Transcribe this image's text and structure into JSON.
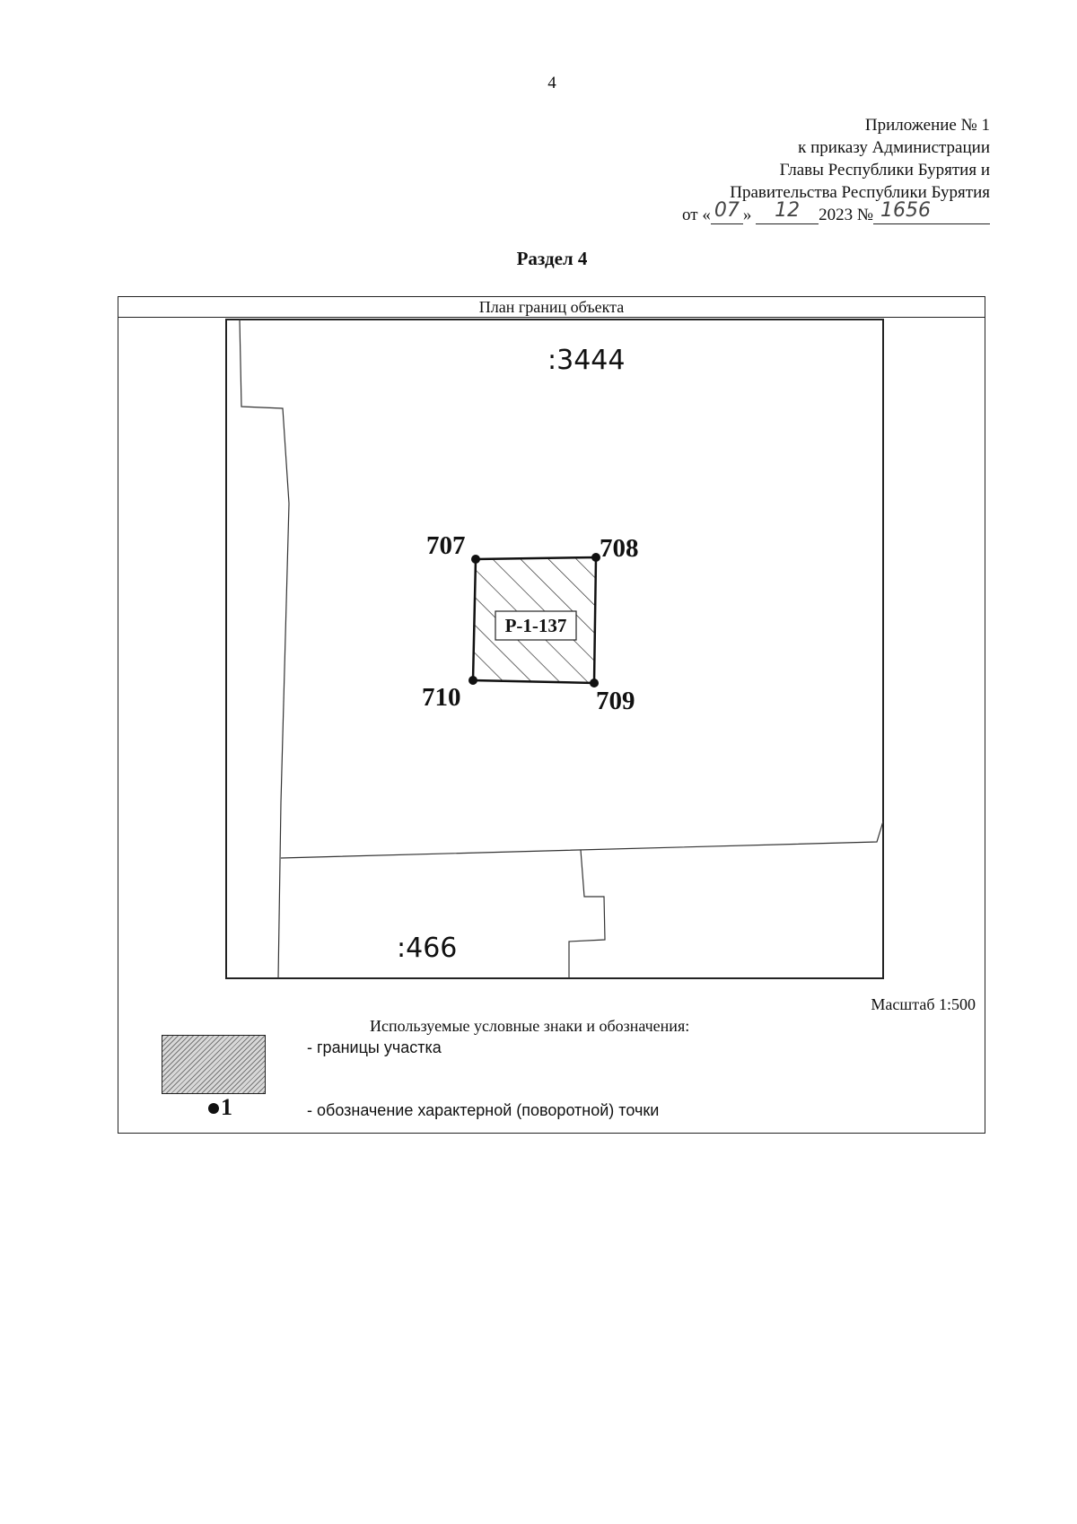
{
  "page_number": "4",
  "appendix": {
    "line1": "Приложение № 1",
    "line2": "к приказу Администрации",
    "line3": "Главы Республики Бурятия и",
    "line4": "Правительства Республики Бурятия",
    "date_prefix": "от «",
    "day": "07",
    "date_mid": "»",
    "month": "12",
    "year_text": "2023 №",
    "order_number": "1656"
  },
  "section_title": "Раздел 4",
  "plan": {
    "header": "План границ объекта",
    "parcel_north": ":3444",
    "parcel_south": ":466",
    "object_label": "Р-1-137",
    "points": [
      "707",
      "708",
      "709",
      "710"
    ],
    "scale": "Масштаб 1:500"
  },
  "legend": {
    "title": "Используемые условные знаки и обозначения:",
    "boundary": "- границы участка",
    "point_symbol": "1",
    "point": "- обозначение характерной (поворотной) точки"
  }
}
